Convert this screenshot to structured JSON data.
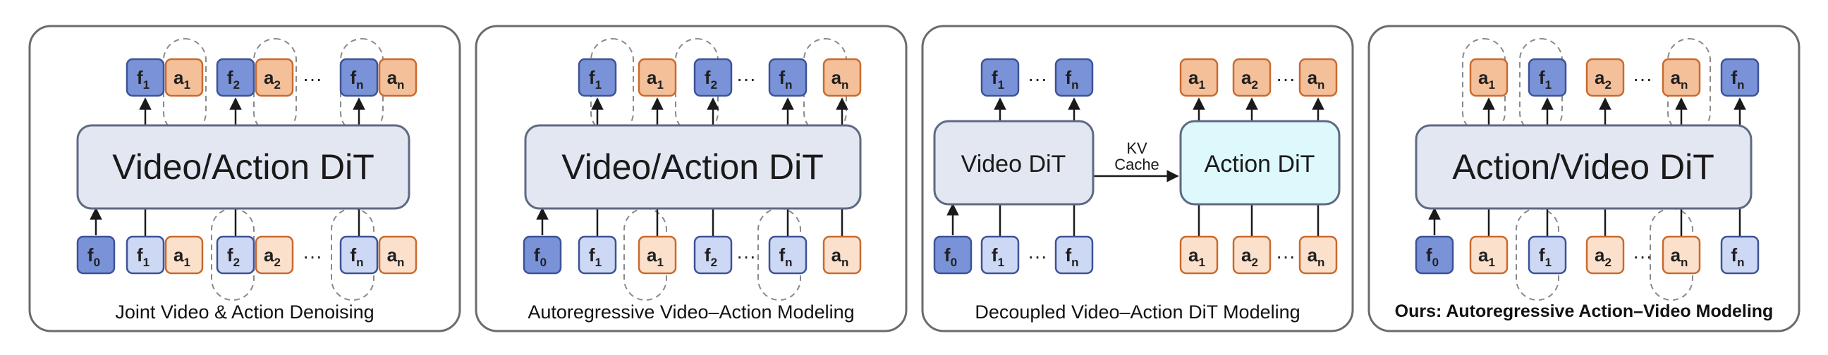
{
  "panels": [
    {
      "dit_label": "Video/Action DiT",
      "caption": "Joint Video & Action Denoising",
      "top": [
        {
          "base": "f",
          "sub": "1",
          "kind": "f"
        },
        {
          "base": "a",
          "sub": "1",
          "kind": "a"
        },
        {
          "base": "f",
          "sub": "2",
          "kind": "f"
        },
        {
          "base": "a",
          "sub": "2",
          "kind": "a"
        },
        {
          "base": "f",
          "sub": "n",
          "kind": "f"
        },
        {
          "base": "a",
          "sub": "n",
          "kind": "a"
        }
      ],
      "bottom": [
        {
          "base": "f",
          "sub": "0",
          "kind": "f0"
        },
        {
          "base": "f",
          "sub": "1",
          "kind": "f"
        },
        {
          "base": "a",
          "sub": "1",
          "kind": "a"
        },
        {
          "base": "f",
          "sub": "2",
          "kind": "f"
        },
        {
          "base": "a",
          "sub": "2",
          "kind": "a"
        },
        {
          "base": "f",
          "sub": "n",
          "kind": "f"
        },
        {
          "base": "a",
          "sub": "n",
          "kind": "a"
        }
      ],
      "ellipsis": "···"
    },
    {
      "dit_label": "Video/Action DiT",
      "caption": "Autoregressive Video–Action Modeling",
      "top": [
        {
          "base": "f",
          "sub": "1",
          "kind": "f"
        },
        {
          "base": "a",
          "sub": "1",
          "kind": "a"
        },
        {
          "base": "f",
          "sub": "2",
          "kind": "f"
        },
        {
          "base": "f",
          "sub": "n",
          "kind": "f"
        },
        {
          "base": "a",
          "sub": "n",
          "kind": "a"
        }
      ],
      "bottom": [
        {
          "base": "f",
          "sub": "0",
          "kind": "f0"
        },
        {
          "base": "f",
          "sub": "1",
          "kind": "f"
        },
        {
          "base": "a",
          "sub": "1",
          "kind": "a"
        },
        {
          "base": "f",
          "sub": "2",
          "kind": "f"
        },
        {
          "base": "f",
          "sub": "n",
          "kind": "f"
        },
        {
          "base": "a",
          "sub": "n",
          "kind": "a"
        }
      ],
      "ellipsis": "···"
    },
    {
      "dit_label_video": "Video DiT",
      "dit_label_action": "Action DiT",
      "kv_label_line1": "KV",
      "kv_label_line2": "Cache",
      "caption": "Decoupled Video–Action DiT Modeling",
      "top_video": [
        {
          "base": "f",
          "sub": "1",
          "kind": "f"
        },
        {
          "base": "f",
          "sub": "n",
          "kind": "f"
        }
      ],
      "top_action": [
        {
          "base": "a",
          "sub": "1",
          "kind": "a"
        },
        {
          "base": "a",
          "sub": "2",
          "kind": "a"
        },
        {
          "base": "a",
          "sub": "n",
          "kind": "a"
        }
      ],
      "bottom_video": [
        {
          "base": "f",
          "sub": "0",
          "kind": "f0"
        },
        {
          "base": "f",
          "sub": "1",
          "kind": "f"
        },
        {
          "base": "f",
          "sub": "n",
          "kind": "f"
        }
      ],
      "bottom_action": [
        {
          "base": "a",
          "sub": "1",
          "kind": "a"
        },
        {
          "base": "a",
          "sub": "2",
          "kind": "a"
        },
        {
          "base": "a",
          "sub": "n",
          "kind": "a"
        }
      ],
      "ellipsis": "···"
    },
    {
      "dit_label": "Action/Video DiT",
      "caption": "Ours: Autoregressive Action–Video Modeling",
      "top": [
        {
          "base": "a",
          "sub": "1",
          "kind": "a"
        },
        {
          "base": "f",
          "sub": "1",
          "kind": "f"
        },
        {
          "base": "a",
          "sub": "2",
          "kind": "a"
        },
        {
          "base": "a",
          "sub": "n",
          "kind": "a"
        },
        {
          "base": "f",
          "sub": "n",
          "kind": "f"
        }
      ],
      "bottom": [
        {
          "base": "f",
          "sub": "0",
          "kind": "f0"
        },
        {
          "base": "a",
          "sub": "1",
          "kind": "a"
        },
        {
          "base": "f",
          "sub": "1",
          "kind": "f"
        },
        {
          "base": "a",
          "sub": "2",
          "kind": "a"
        },
        {
          "base": "a",
          "sub": "n",
          "kind": "a"
        },
        {
          "base": "f",
          "sub": "n",
          "kind": "f"
        }
      ],
      "ellipsis": "···"
    }
  ]
}
